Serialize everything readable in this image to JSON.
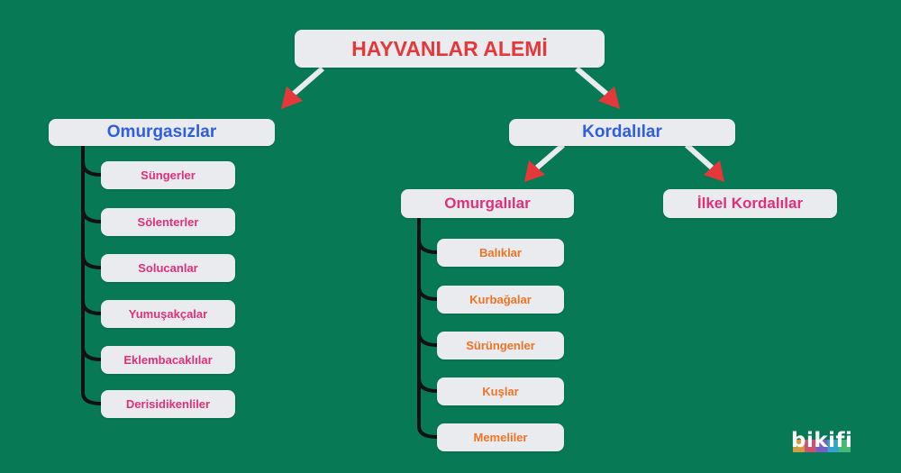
{
  "colors": {
    "background": "#077a55",
    "box": "#e9ebee",
    "root_text": "#e5383b",
    "group_text": "#2f5fe0",
    "pink_text": "#e0307a",
    "orange_text": "#f07425",
    "arrow": "#e5383b"
  },
  "root": {
    "label": "HAYVANLAR ALEMİ"
  },
  "invertebrates": {
    "label": "Omurgasızlar",
    "items": [
      "Süngerler",
      "Sölenterler",
      "Solucanlar",
      "Yumuşakçalar",
      "Eklembacaklılar",
      "Derisidikenliler"
    ]
  },
  "chordates": {
    "label": "Kordalılar",
    "vertebrates": {
      "label": "Omurgalılar",
      "items": [
        "Balıklar",
        "Kurbağalar",
        "Sürüngenler",
        "Kuşlar",
        "Memeliler"
      ]
    },
    "primitive": {
      "label": "İlkel Kordalılar"
    }
  },
  "logo": {
    "text": "bikifi"
  }
}
